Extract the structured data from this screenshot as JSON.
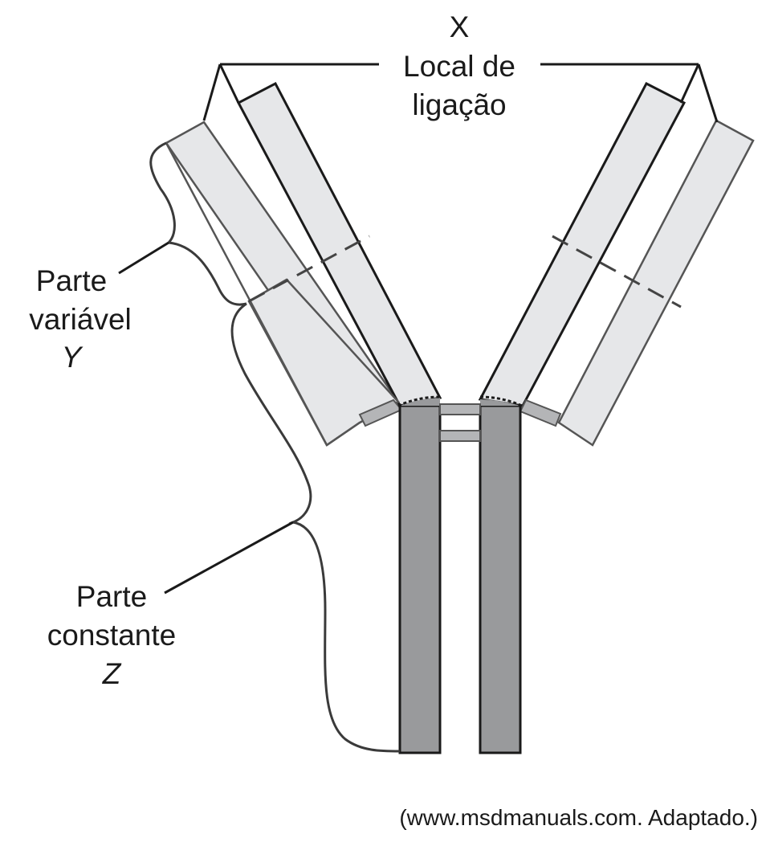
{
  "labels": {
    "x_letter": "X",
    "binding_site_line1": "Local de",
    "binding_site_line2": "ligação",
    "variable_line1": "Parte",
    "variable_line2": "variável",
    "variable_letter": "Y",
    "constant_line1": "Parte",
    "constant_line2": "constante",
    "constant_letter": "Z"
  },
  "source": "(www.msdmanuals.com. Adaptado.)",
  "colors": {
    "light_chain": "#e6e7e9",
    "heavy_constant": "#999a9c",
    "hinge_small": "#b4b5b7",
    "outline": "#1a1a1a",
    "light_outline": "#555555"
  }
}
